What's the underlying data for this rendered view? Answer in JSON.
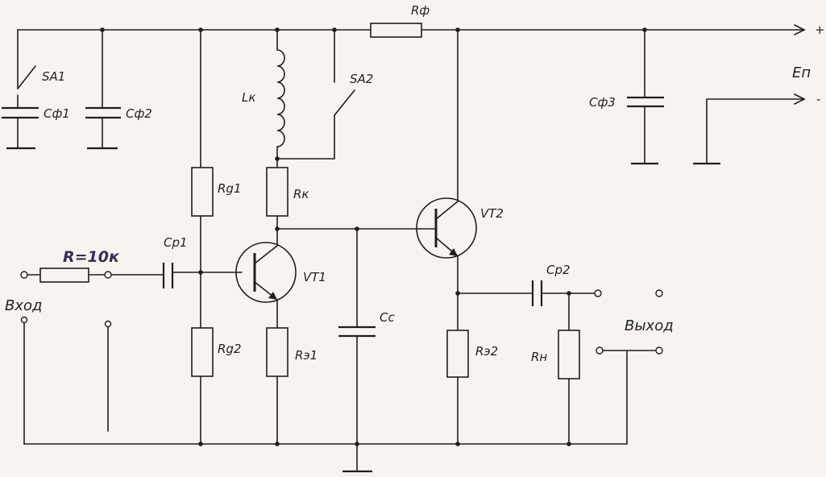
{
  "labels": {
    "sa1": "SA1",
    "sa2": "SA2",
    "cf1": "Cф1",
    "cf2": "Cф2",
    "cf3": "Cф3",
    "rf": "Rф",
    "lk": "Lк",
    "rg1": "Rg1",
    "rg2": "Rg2",
    "rk": "Rк",
    "re1": "Rэ1",
    "re2": "Rэ2",
    "rn": "Rн",
    "cp1": "Cр1",
    "cp2": "Cр2",
    "cc": "Cс",
    "vt1": "VT1",
    "vt2": "VT2",
    "r_in": "R=10к",
    "input": "Вход",
    "output": "Выход",
    "ep": "Eп",
    "plus": "+",
    "minus": "-"
  }
}
